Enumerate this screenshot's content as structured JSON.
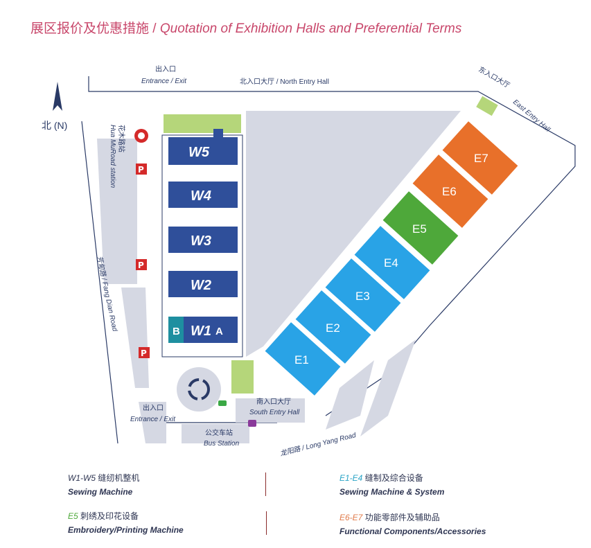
{
  "title": {
    "zh": "展区报价及优惠措施",
    "sep": " / ",
    "en": "Quotation of Exhibition Halls and Preferential Terms"
  },
  "map": {
    "north": "北 (N)",
    "exit_top": {
      "zh": "出入口",
      "en": "Entrance / Exit"
    },
    "exit_bottom": {
      "zh": "出入口",
      "en": "Entrance / Exit"
    },
    "north_hall": "北入口大厅 / North Entry Hall",
    "east_hall": {
      "zh": "东入口大厅",
      "en": "East Entry Hall"
    },
    "south_hall": {
      "zh": "南入口大厅",
      "en": "South Entry Hall"
    },
    "bus": {
      "zh": "公交车站",
      "en": "Bus Station"
    },
    "station": {
      "zh": "花木路站",
      "en": "Hua MuRoad station"
    },
    "fang_dian": "芳甸路 / Fang Dian Road",
    "long_yang": "龙阳路 / Long Yang Road",
    "parking": "P",
    "w_halls": [
      "W5",
      "W4",
      "W3",
      "W2",
      "W1"
    ],
    "w1_b": "B",
    "w1_a": "A",
    "e_halls": [
      "E1",
      "E2",
      "E3",
      "E4",
      "E5",
      "E6",
      "E7"
    ],
    "colors": {
      "w": "#2f4f9a",
      "e_blue": "#29a3e6",
      "e5": "#4ea83a",
      "e_orange": "#e8702a",
      "entry": "#b5d67a",
      "road": "#d5d8e3"
    }
  },
  "legend": [
    {
      "code": "W1-W5",
      "zh": "缝纫机整机",
      "en": "Sewing Machine",
      "color": "#2e3552"
    },
    {
      "code": "E1-E4",
      "zh": "缝制及综合设备",
      "en": "Sewing Machine  & System",
      "color": "#29a3c6"
    },
    {
      "code": "E5",
      "zh": "刺绣及印花设备",
      "en": "Embroidery/Printing Machine",
      "color": "#4ea83a"
    },
    {
      "code": "E6-E7",
      "zh": "功能零部件及辅助品",
      "en": "Functional Components/Accessories",
      "color": "#e07a4a"
    }
  ]
}
